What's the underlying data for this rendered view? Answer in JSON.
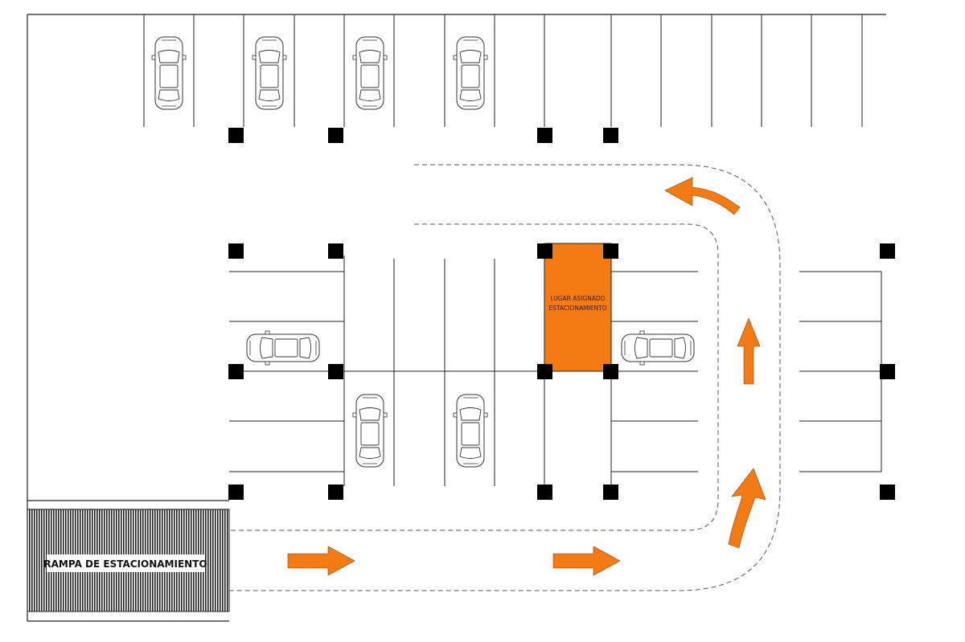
{
  "labels": {
    "ramp": "RAMPA DE ESTACIONAMIENTO",
    "assigned_line1": "LUGAR ASIGNADO",
    "assigned_line2": "ESTACIONAMIENTO"
  },
  "colors": {
    "assigned_spot": "#f47b13",
    "arrow": "#f47b13",
    "column": "#000000",
    "line": "#222222"
  },
  "icons": {
    "car": "car-top-view-icon",
    "column": "structural-column-icon",
    "arrow": "direction-arrow-icon"
  }
}
